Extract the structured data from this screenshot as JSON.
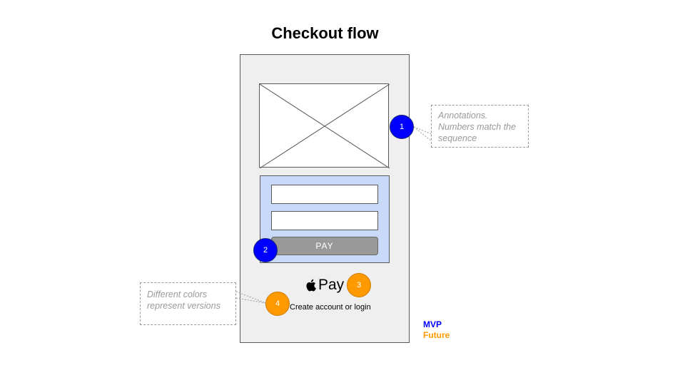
{
  "title": "Checkout flow",
  "form": {
    "pay_label": "PAY"
  },
  "apple_pay": {
    "label": "Pay"
  },
  "account_link": "Create account or login",
  "markers": {
    "m1": "1",
    "m2": "2",
    "m3": "3",
    "m4": "4"
  },
  "notes": {
    "annotations": "Annotations. Numbers match the sequence",
    "colors": "Different colors represent versions"
  },
  "legend": {
    "mvp": "MVP",
    "future": "Future"
  },
  "colors": {
    "mvp": "#0000ff",
    "future": "#ff9900",
    "form_panel": "#c9daf8",
    "phone_bg": "#efefef",
    "note_text": "#999999"
  }
}
